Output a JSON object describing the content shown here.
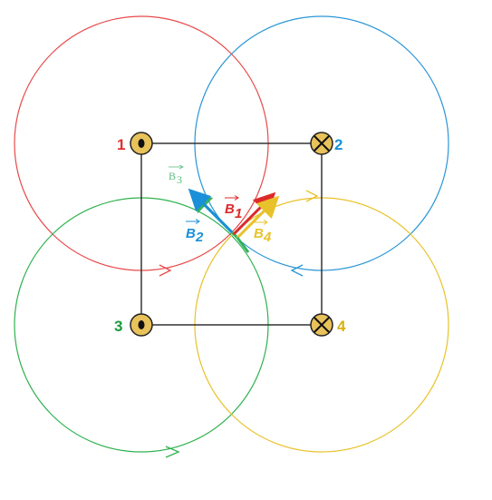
{
  "colors": {
    "wire1": "#e84a4a",
    "wire2": "#2a95d6",
    "wire3": "#2fb24f",
    "wire4": "#e8c22a",
    "square": "#333333",
    "node_fill": "#e8c25a",
    "node_stroke": "#222222",
    "label1": "#e03030",
    "label2": "#1a90d8",
    "label3": "#1a9a3a",
    "label4": "#d8b010",
    "b1": "#dd2a2a",
    "b2": "#1a90d8",
    "b3": "#36b060",
    "b3_label": "#5abf80",
    "b4": "#e8c22a"
  },
  "wires": [
    {
      "id": "1",
      "label": "1",
      "current": "out-of-page",
      "icon": "dot-icon"
    },
    {
      "id": "2",
      "label": "2",
      "current": "into-page",
      "icon": "cross-icon"
    },
    {
      "id": "3",
      "label": "3",
      "current": "out-of-page",
      "icon": "dot-icon"
    },
    {
      "id": "4",
      "label": "4",
      "current": "into-page",
      "icon": "cross-icon"
    }
  ],
  "vectors": {
    "b1": {
      "name": "B",
      "sub": "1"
    },
    "b2": {
      "name": "B",
      "sub": "2"
    },
    "b3": {
      "name": "B",
      "sub": "3"
    },
    "b4": {
      "name": "B",
      "sub": "4"
    }
  }
}
